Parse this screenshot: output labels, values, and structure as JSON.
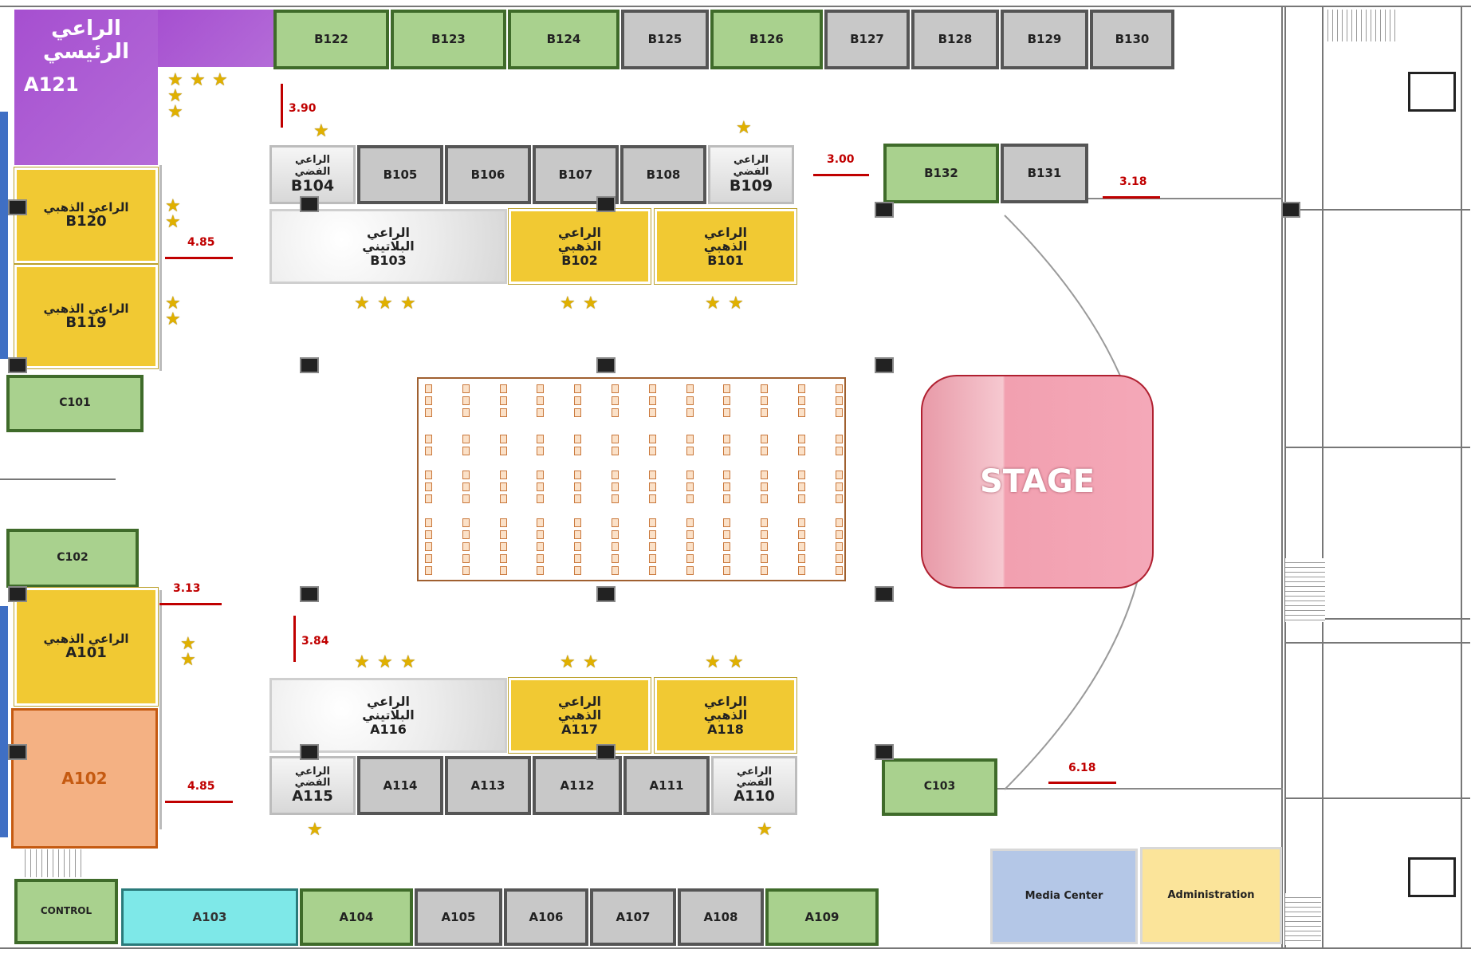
{
  "title_main_sponsor": "الراعي الرئيسي",
  "sponsors": {
    "gold": "الراعي الذهبي",
    "silver_line1": "الراعي",
    "silver_line2": "الفضي",
    "gold_line2": "الذهبي",
    "platinum_line2": "البلاتيني"
  },
  "booths": {
    "A121": "A121",
    "B122": "B122",
    "B123": "B123",
    "B124": "B124",
    "B125": "B125",
    "B126": "B126",
    "B127": "B127",
    "B128": "B128",
    "B129": "B129",
    "B130": "B130",
    "B104": "B104",
    "B105": "B105",
    "B106": "B106",
    "B107": "B107",
    "B108": "B108",
    "B109": "B109",
    "B103": "B103",
    "B102": "B102",
    "B101": "B101",
    "B132": "B132",
    "B131": "B131",
    "B120": "B120",
    "B119": "B119",
    "C101": "C101",
    "C102": "C102",
    "C103": "C103",
    "A101": "A101",
    "A102": "A102",
    "A116": "A116",
    "A117": "A117",
    "A118": "A118",
    "A115": "A115",
    "A114": "A114",
    "A113": "A113",
    "A112": "A112",
    "A111": "A111",
    "A110": "A110",
    "CONTROL": "CONTROL",
    "A103": "A103",
    "A104": "A104",
    "A105": "A105",
    "A106": "A106",
    "A107": "A107",
    "A108": "A108",
    "A109": "A109",
    "media": "Media Center",
    "admin": "Administration"
  },
  "stage": "STAGE",
  "dimensions": {
    "d390": "3.90",
    "d300": "3.00",
    "d318": "3.18",
    "d485a": "4.85",
    "d313": "3.13",
    "d384": "3.84",
    "d485b": "4.85",
    "d618": "6.18"
  },
  "colors": {
    "green": "#a9d18e",
    "gray": "#c8c8c8",
    "gold": "#f1c933",
    "purple": "#a64fd0",
    "orange": "#f4b183",
    "cyan": "#7ee8e8",
    "blue": "#b4c7e7",
    "yellow": "#fbe49a",
    "stage": "#f2a0b0"
  }
}
